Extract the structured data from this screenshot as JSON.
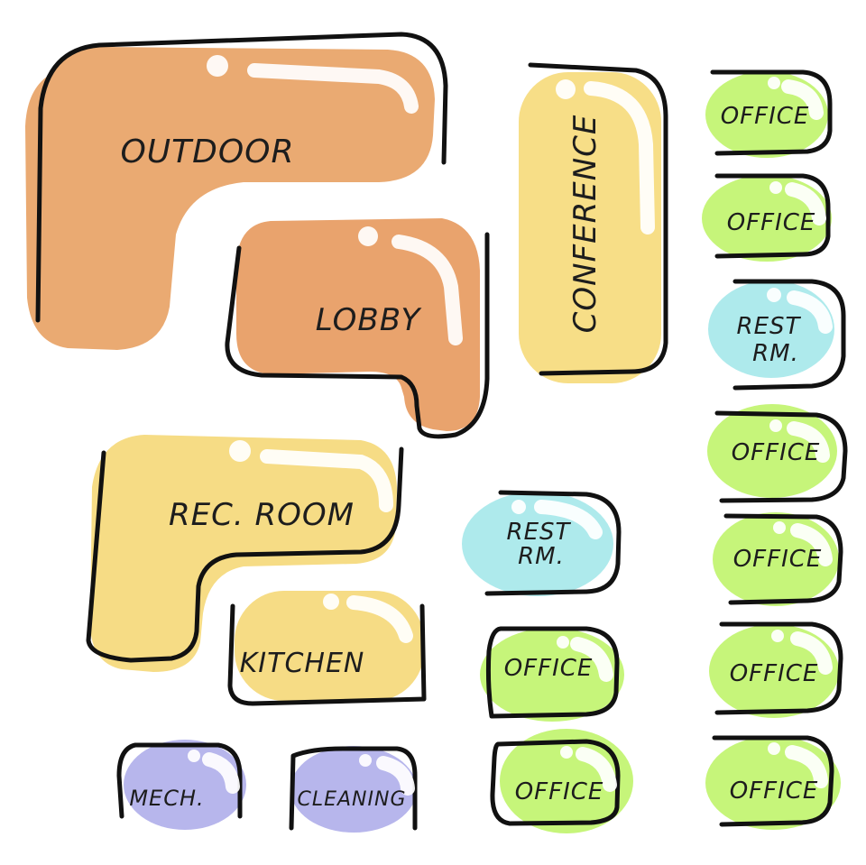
{
  "colors": {
    "outdoor": "#EAAA72",
    "lobby": "#E9A36D",
    "conference": "#F7DE87",
    "rec_room": "#F6DC85",
    "kitchen": "#F6DC85",
    "office": "#C6F57A",
    "rest_room": "#AEEAEC",
    "utility": "#B7B6EC",
    "outline": "#111111"
  },
  "rooms": {
    "outdoor": "OUTDOOR",
    "lobby": "LOBBY",
    "conference": "CONFERENCE",
    "rec_room": "REC. ROOM",
    "kitchen": "KITCHEN",
    "rest_rm_left_line1": "REST",
    "rest_rm_left_line2": "RM.",
    "rest_rm_right_line1": "REST",
    "rest_rm_right_line2": "RM.",
    "mech": "MECH.",
    "cleaning": "CLEANING",
    "office_r1": "OFFICE",
    "office_r2": "OFFICE",
    "office_r3": "OFFICE",
    "office_r4": "OFFICE",
    "office_r5": "OFFICE",
    "office_r6": "OFFICE",
    "office_m1": "OFFICE",
    "office_m2": "OFFICE"
  }
}
